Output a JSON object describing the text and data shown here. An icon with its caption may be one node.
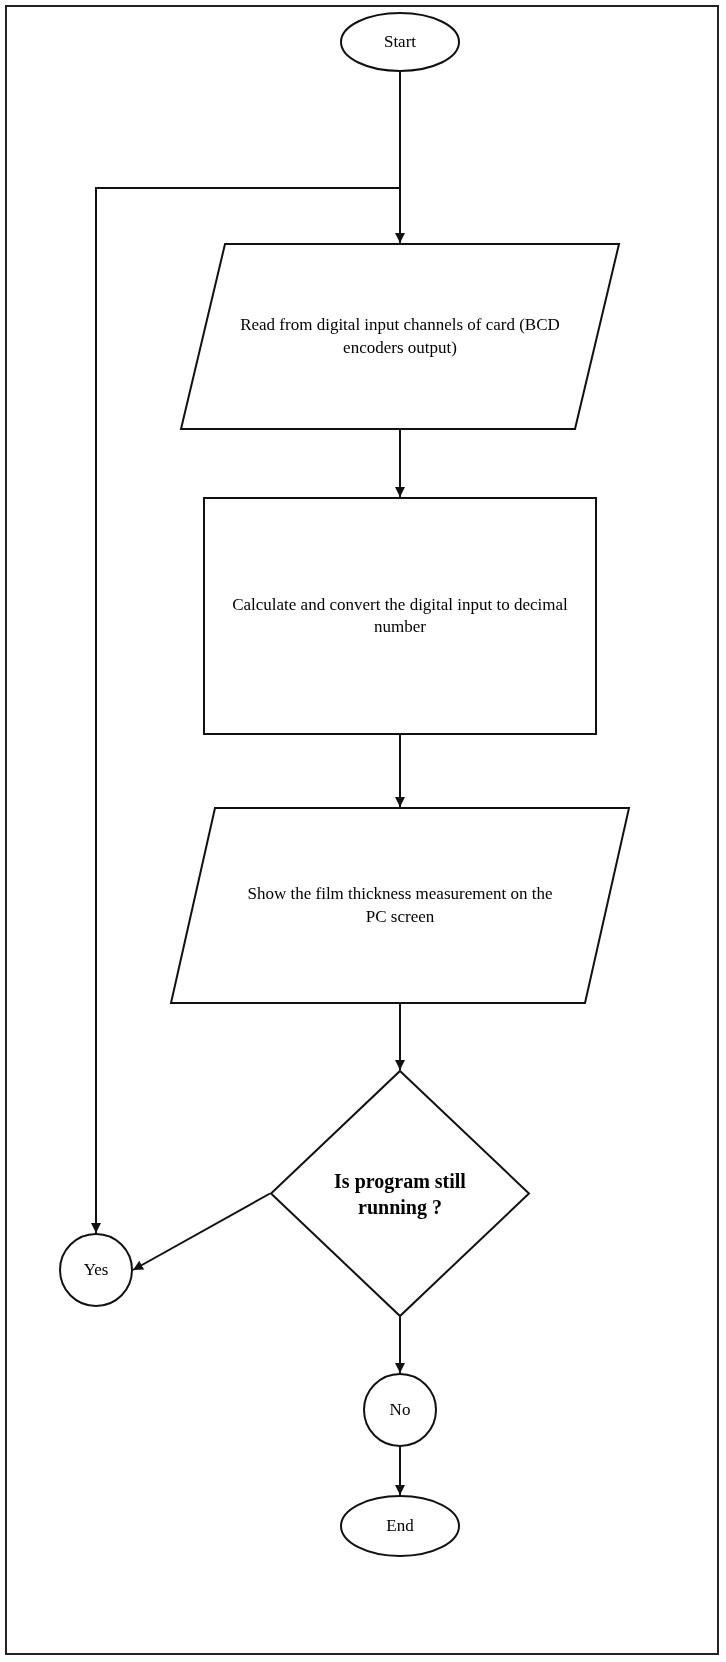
{
  "diagram": {
    "nodes": [
      {
        "text": [
          "Start"
        ]
      },
      {
        "text": [
          "Read from digital input channels of card (BCD encoders output)"
        ]
      },
      {
        "text": [
          "Calculate and convert the digital input to decimal number"
        ]
      },
      {
        "text": [
          "Show the film thickness measurement on the PC screen"
        ]
      },
      {
        "text": [
          "Is program still running ?"
        ]
      },
      {
        "text": [
          "Yes"
        ]
      },
      {
        "text": [
          "No"
        ]
      },
      {
        "text": [
          "End"
        ]
      }
    ],
    "edges": [
      {
        "from": 0,
        "to": 1,
        "arrow": "to"
      },
      {
        "from": 1,
        "to": 2,
        "arrow": "to"
      },
      {
        "from": 2,
        "to": 3,
        "arrow": "to"
      },
      {
        "from": 3,
        "to": 4,
        "arrow": "to"
      },
      {
        "from": 4,
        "to": 5,
        "arrow": "to"
      },
      {
        "from": 4,
        "to": 6,
        "arrow": "to"
      },
      {
        "from": 6,
        "to": 7,
        "arrow": "to"
      },
      {
        "from": 0,
        "to": 5,
        "arrow": "to"
      }
    ]
  }
}
